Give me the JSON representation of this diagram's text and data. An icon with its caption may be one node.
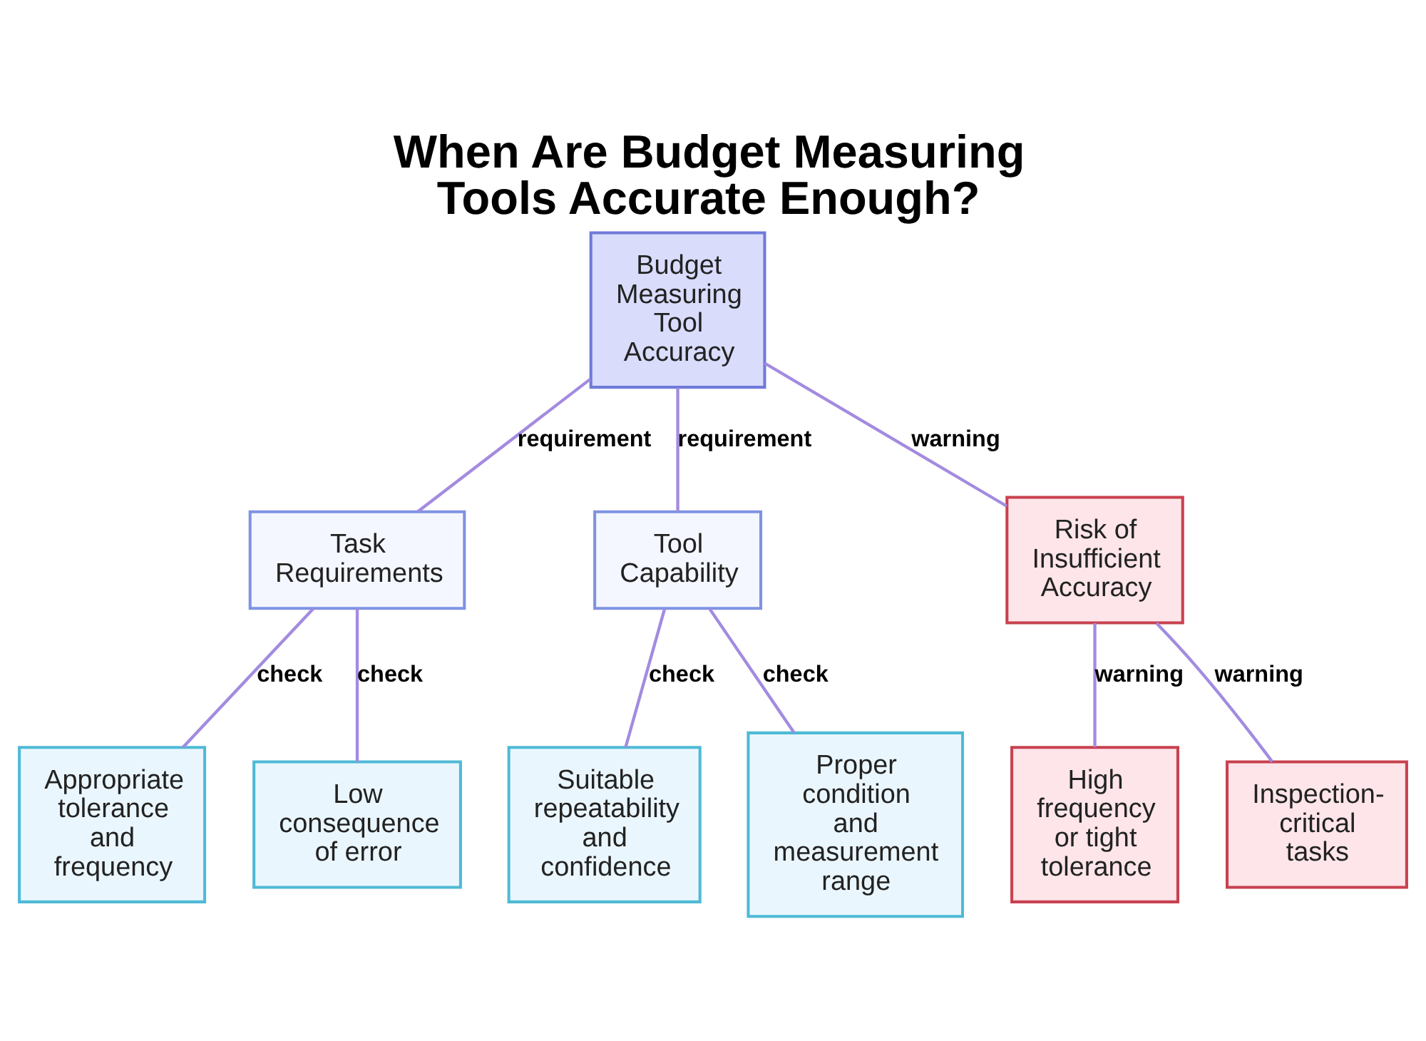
{
  "diagram": {
    "title": "When Are Budget Measuring Tools Accurate Enough?",
    "nodes": [
      {
        "text": [
          "Budget Measuring Tool Accuracy"
        ]
      },
      {
        "text": [
          "Task Requirements"
        ]
      },
      {
        "text": [
          "Tool Capability"
        ]
      },
      {
        "text": [
          "Risk of Insufficient Accuracy"
        ]
      },
      {
        "text": [
          "Appropriate tolerance and frequency"
        ]
      },
      {
        "text": [
          "Low consequence of error"
        ]
      },
      {
        "text": [
          "Suitable repeatability and confidence"
        ]
      },
      {
        "text": [
          "Proper condition and measurement range"
        ]
      },
      {
        "text": [
          "High frequency or tight tolerance"
        ]
      },
      {
        "text": [
          "Inspection-critical tasks"
        ]
      }
    ],
    "edges": [
      {
        "from": 0,
        "to": 1,
        "arrow": "none",
        "label": "requirement"
      },
      {
        "from": 0,
        "to": 2,
        "arrow": "none",
        "label": "requirement"
      },
      {
        "from": 0,
        "to": 3,
        "arrow": "none",
        "label": "warning"
      },
      {
        "from": 1,
        "to": 4,
        "arrow": "none",
        "label": "check"
      },
      {
        "from": 1,
        "to": 5,
        "arrow": "none",
        "label": "check"
      },
      {
        "from": 2,
        "to": 6,
        "arrow": "none",
        "label": "check"
      },
      {
        "from": 2,
        "to": 7,
        "arrow": "none",
        "label": "check"
      },
      {
        "from": 3,
        "to": 8,
        "arrow": "none",
        "label": "warning"
      },
      {
        "from": 3,
        "to": 9,
        "arrow": "none",
        "label": "warning"
      }
    ]
  }
}
